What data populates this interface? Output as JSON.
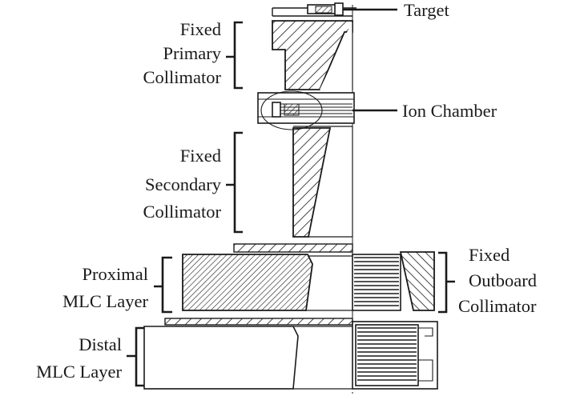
{
  "labels": {
    "target": "Target",
    "ion_chamber": "Ion Chamber",
    "fixed_primary": [
      "Fixed",
      "Primary",
      "Collimator"
    ],
    "fixed_secondary": [
      "Fixed",
      "Secondary",
      "Collimator"
    ],
    "proximal_mlc": [
      "Proximal",
      "MLC Layer"
    ],
    "distal_mlc": [
      "Distal",
      "MLC Layer"
    ],
    "fixed_outboard": [
      "Fixed",
      "Outboard",
      "Collimator"
    ]
  }
}
